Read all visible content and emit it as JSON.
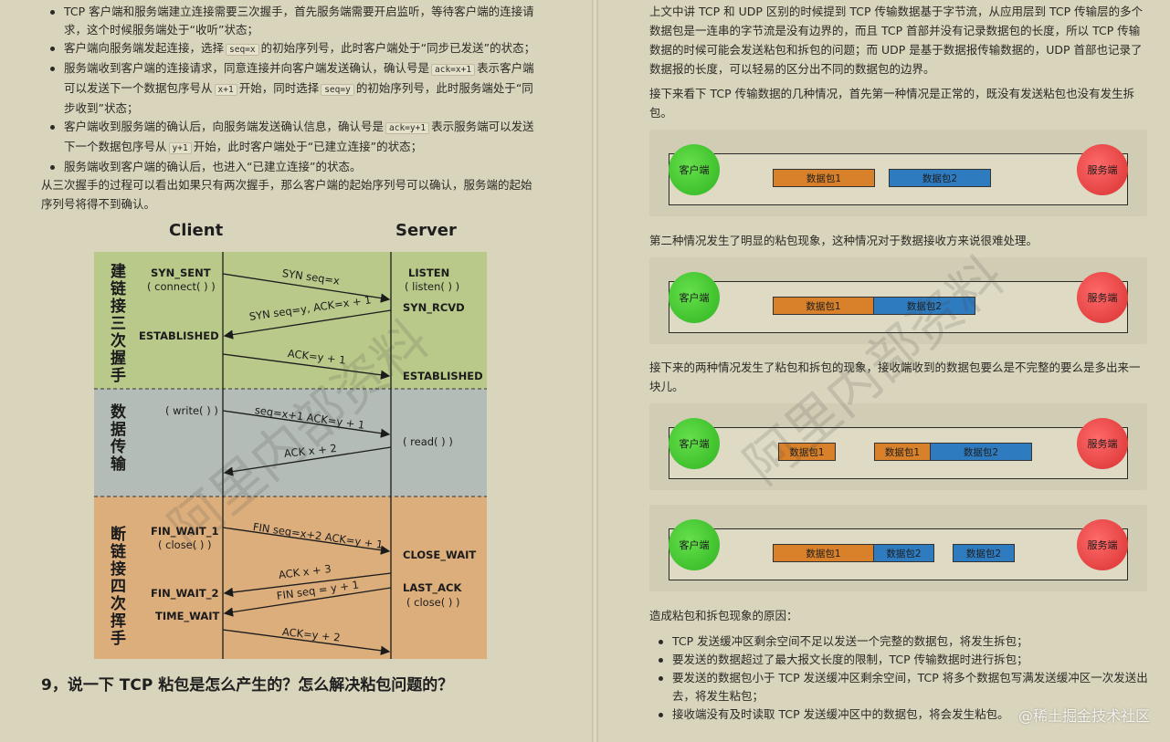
{
  "left": {
    "handshake_steps": [
      {
        "parts": [
          {
            "t": "TCP 客户端和服务端建立连接需要三次握手，首先服务端需要开启监听，等待客户端的连接请求，这个时候服务端处于“收听”状态；"
          }
        ]
      },
      {
        "parts": [
          {
            "t": "客户端向服务端发起连接，选择"
          },
          {
            "c": "seq=x"
          },
          {
            "t": "的初始序列号，此时客户端处于“同步已发送”的状态；"
          }
        ]
      },
      {
        "parts": [
          {
            "t": "服务端收到客户端的连接请求，同意连接并向客户端发送确认，确认号是"
          },
          {
            "c": "ack=x+1"
          },
          {
            "t": "表示客户端可以发送下一个数据包序号从"
          },
          {
            "c": "x+1"
          },
          {
            "t": "开始，同时选择"
          },
          {
            "c": "seq=y"
          },
          {
            "t": "的初始序列号，此时服务端处于“同步收到”状态；"
          }
        ]
      },
      {
        "parts": [
          {
            "t": "客户端收到服务端的确认后，向服务端发送确认信息，确认号是"
          },
          {
            "c": "ack=y+1"
          },
          {
            "t": "表示服务端可以发送下一个数据包序号从"
          },
          {
            "c": "y+1"
          },
          {
            "t": "开始，此时客户端处于“已建立连接”的状态；"
          }
        ]
      },
      {
        "parts": [
          {
            "t": "服务端收到客户端的确认后，也进入“已建立连接”的状态。"
          }
        ]
      }
    ],
    "summary": "从三次握手的过程可以看出如果只有两次握手，那么客户端的起始序列号可以确认，服务端的起始序列号将得不到确认。",
    "diagram": {
      "client_title": "Client",
      "server_title": "Server",
      "phase_connect": "建链接三次握手",
      "phase_data": "数据传输",
      "phase_close": "断链接四次挥手",
      "syn_sent": "SYN_SENT",
      "connect_call": "( connect( ) )",
      "established_client": "ESTABLISHED",
      "write_call": "( write( ) )",
      "fin_wait_1": "FIN_WAIT_1",
      "close_call_client": "( close( ) )",
      "fin_wait_2": "FIN_WAIT_2",
      "time_wait": "TIME_WAIT",
      "listen": "LISTEN",
      "listen_call": "( listen( ) )",
      "syn_rcvd": "SYN_RCVD",
      "established_server": "ESTABLISHED",
      "read_call": "( read( ) )",
      "close_wait": "CLOSE_WAIT",
      "last_ack": "LAST_ACK",
      "close_call_server": "( close( ) )",
      "msg_syn": "SYN seq=x",
      "msg_synack": "SYN seq=y, ACK=x + 1",
      "msg_ack1": "ACK=y + 1",
      "msg_data": "seq=x+1 ACK=y + 1",
      "msg_ack2": "ACK x + 2",
      "msg_fin1": "FIN seq=x+2 ACK=y + 1",
      "msg_ack3": "ACK x + 3",
      "msg_fin2": "FIN seq = y + 1",
      "msg_ack4": "ACK=y + 2",
      "colors": {
        "connect": "#b9c98a",
        "data": "#b3bcb6",
        "close": "#dcae7c"
      }
    },
    "question_heading": "9，说一下 TCP 粘包是怎么产生的？怎么解决粘包问题的？",
    "watermark": "阿里内部资料"
  },
  "right": {
    "intro": "上文中讲 TCP 和 UDP 区别的时候提到 TCP 传输数据基于字节流，从应用层到 TCP 传输层的多个数据包是一连串的字节流是没有边界的，而且 TCP 首部并没有记录数据包的长度，所以 TCP 传输数据的时候可能会发送粘包和拆包的问题；而 UDP 是基于数据报传输数据的，UDP 首部也记录了数据报的长度，可以轻易的区分出不同的数据包的边界。",
    "case1": "接下来看下 TCP 传输数据的几种情况，首先第一种情况是正常的，既没有发送粘包也没有发生拆包。",
    "case2": "第二种情况发生了明显的粘包现象，这种情况对于数据接收方来说很难处理。",
    "case3": "接下来的两种情况发生了粘包和拆包的现象，接收端收到的数据包要么是不完整的要么是多出来一块儿。",
    "client_label": "客户端",
    "server_label": "服务端",
    "figures": [
      {
        "packets": [
          {
            "label": "数据包1",
            "color": "orange"
          },
          {
            "label": "数据包2",
            "color": "blue"
          }
        ]
      },
      {
        "packets": [
          {
            "label": "数据包1",
            "color": "orange"
          },
          {
            "label": "数据包2",
            "color": "blue"
          }
        ]
      },
      {
        "packets": [
          {
            "label": "数据包1",
            "color": "orange"
          },
          {
            "label": "数据包1",
            "color": "orange"
          },
          {
            "label": "数据包2",
            "color": "blue"
          }
        ]
      },
      {
        "packets": [
          {
            "label": "数据包1",
            "color": "orange"
          },
          {
            "label": "数据包2",
            "color": "blue"
          },
          {
            "label": "数据包2",
            "color": "blue"
          }
        ]
      }
    ],
    "causes_title": "造成粘包和拆包现象的原因：",
    "causes": [
      "TCP 发送缓冲区剩余空间不足以发送一个完整的数据包，将发生拆包；",
      "要发送的数据超过了最大报文长度的限制，TCP 传输数据时进行拆包；",
      "要发送的数据包小于 TCP 发送缓冲区剩余空间，TCP 将多个数据包写满发送缓冲区一次发送出去，将发生粘包；",
      "接收端没有及时读取 TCP 发送缓冲区中的数据包，将会发生粘包。"
    ],
    "watermark": "阿里内部资料",
    "site_mark": "@稀土掘金技术社区"
  }
}
